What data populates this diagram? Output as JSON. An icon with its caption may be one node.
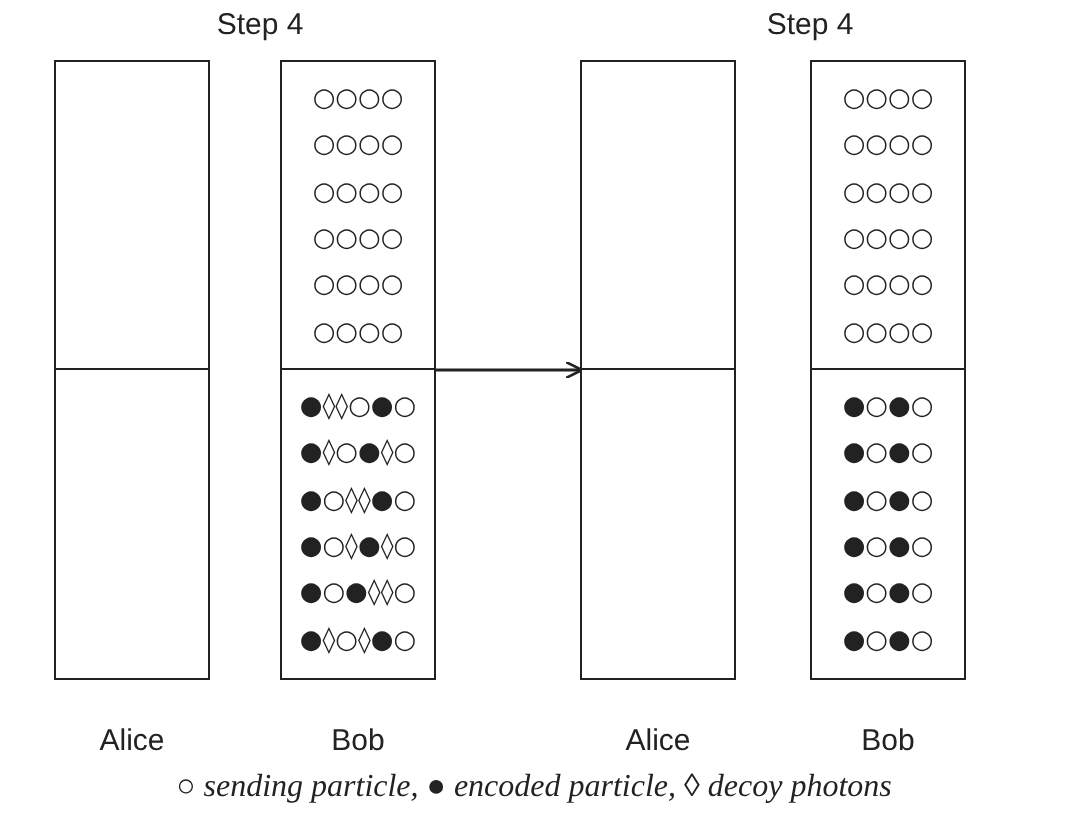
{
  "diagram": {
    "caption": "○ sending particle, ● encoded particle, ◊ decoy photons",
    "nodes": [
      {
        "text": [
          "Alice"
        ]
      },
      {
        "text": [],
        "shape": "box",
        "in": 0
      },
      {
        "text": [],
        "shape": "box",
        "in": 0
      },
      {
        "text": [
          "Bob"
        ]
      },
      {
        "text": [
          "○○○○",
          "○○○○",
          "○○○○",
          "○○○○",
          "○○○○",
          "○○○○"
        ],
        "in": 3
      },
      {
        "text": [
          "●◊◊○●○",
          "●◊○●◊○",
          "●○◊◊●○",
          "●○◊●◊○",
          "●○●◊◊○",
          "●◊○◊●○"
        ],
        "in": 3
      },
      {
        "text": [
          "Alice"
        ]
      },
      {
        "text": [],
        "shape": "box",
        "in": 6
      },
      {
        "text": [],
        "shape": "box",
        "in": 6
      },
      {
        "text": [
          "Bob"
        ]
      },
      {
        "text": [
          "○○○○",
          "○○○○",
          "○○○○",
          "○○○○",
          "○○○○",
          "○○○○"
        ],
        "in": 9
      },
      {
        "text": [
          "●○●○",
          "●○●○",
          "●○●○",
          "●○●○",
          "●○●○",
          "●○●○"
        ],
        "in": 9
      }
    ],
    "edges": [
      {
        "from": 3,
        "to": 6,
        "arrow": "to"
      }
    ],
    "labels": [
      "Step 4",
      "Step 4"
    ]
  }
}
